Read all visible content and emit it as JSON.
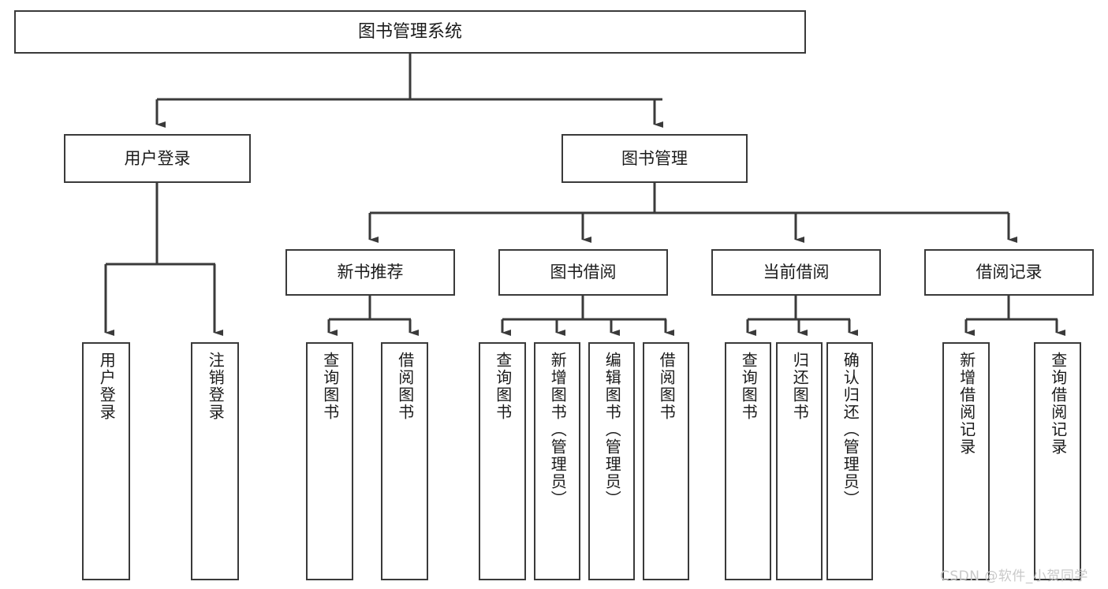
{
  "diagram": {
    "type": "tree-hierarchy",
    "title": "图书管理系统",
    "style": {
      "box_border_color": "#3a3a3a",
      "box_fill_color": "#ffffff",
      "line_color": "#3a3a3a",
      "text_color": "#1b1b1b",
      "background": "#ffffff",
      "watermark_color": "#c9c9c9"
    },
    "root": {
      "label": "图书管理系统"
    },
    "level2": [
      {
        "label": "用户登录"
      },
      {
        "label": "图书管理"
      }
    ],
    "level3": [
      {
        "label": "新书推荐"
      },
      {
        "label": "图书借阅"
      },
      {
        "label": "当前借阅"
      },
      {
        "label": "借阅记录"
      }
    ],
    "leaves": {
      "user_login": [
        {
          "label": "用户登录"
        },
        {
          "label": "注销登录"
        }
      ],
      "new_book_recommend": [
        {
          "label": "查询图书"
        },
        {
          "label": "借阅图书"
        }
      ],
      "book_borrow": [
        {
          "label": "查询图书"
        },
        {
          "label": "新增图书（管理员）"
        },
        {
          "label": "编辑图书（管理员）"
        },
        {
          "label": "借阅图书"
        }
      ],
      "current_borrow": [
        {
          "label": "查询图书"
        },
        {
          "label": "归还图书"
        },
        {
          "label": "确认归还（管理员）"
        }
      ],
      "borrow_record": [
        {
          "label": "新增借阅记录"
        },
        {
          "label": "查询借阅记录"
        }
      ]
    }
  },
  "watermark": {
    "text": "CSDN @软件_小贺同学"
  }
}
